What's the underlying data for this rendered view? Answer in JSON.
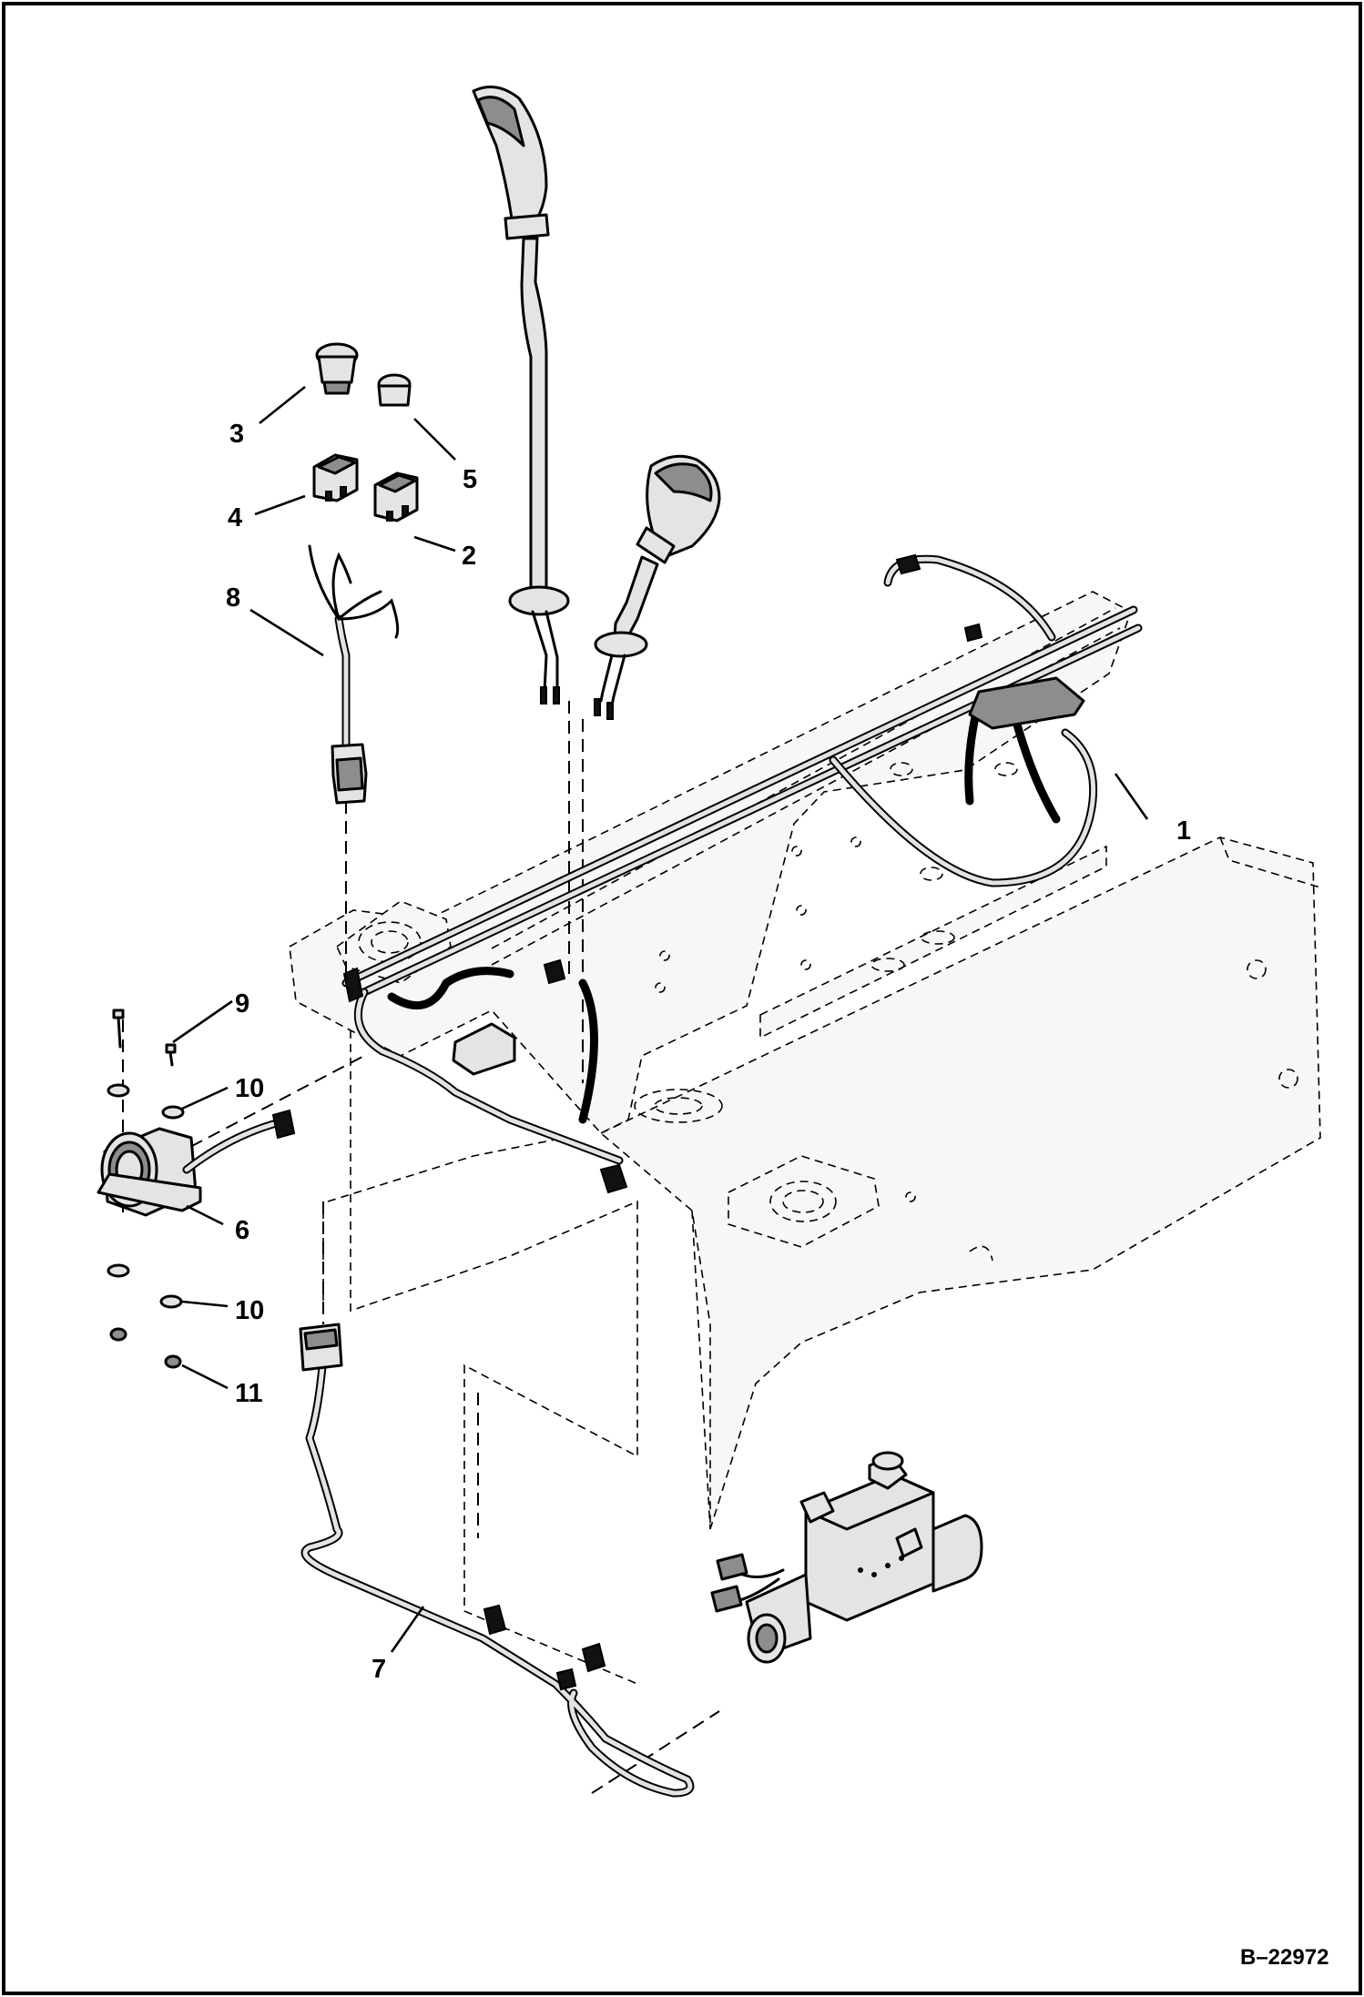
{
  "drawing_number": "B–22972",
  "callouts": [
    {
      "id": "1",
      "label": "1"
    },
    {
      "id": "2",
      "label": "2"
    },
    {
      "id": "3",
      "label": "3"
    },
    {
      "id": "4",
      "label": "4"
    },
    {
      "id": "5",
      "label": "5"
    },
    {
      "id": "6",
      "label": "6"
    },
    {
      "id": "7",
      "label": "7"
    },
    {
      "id": "8",
      "label": "8"
    },
    {
      "id": "9",
      "label": "9"
    },
    {
      "id": "10a",
      "label": "10"
    },
    {
      "id": "10b",
      "label": "10"
    },
    {
      "id": "11",
      "label": "11"
    }
  ],
  "parts": [
    {
      "callout": "1",
      "name": "main-wire-harness"
    },
    {
      "callout": "2",
      "name": "rocker-switch"
    },
    {
      "callout": "3",
      "name": "push-button-cap"
    },
    {
      "callout": "4",
      "name": "rocker-switch"
    },
    {
      "callout": "5",
      "name": "button-cap"
    },
    {
      "callout": "6",
      "name": "back-up-alarm"
    },
    {
      "callout": "7",
      "name": "valve-wire-harness"
    },
    {
      "callout": "8",
      "name": "pigtail-harness"
    },
    {
      "callout": "9",
      "name": "bolt"
    },
    {
      "callout": "10",
      "name": "washer"
    },
    {
      "callout": "11",
      "name": "nut"
    }
  ]
}
